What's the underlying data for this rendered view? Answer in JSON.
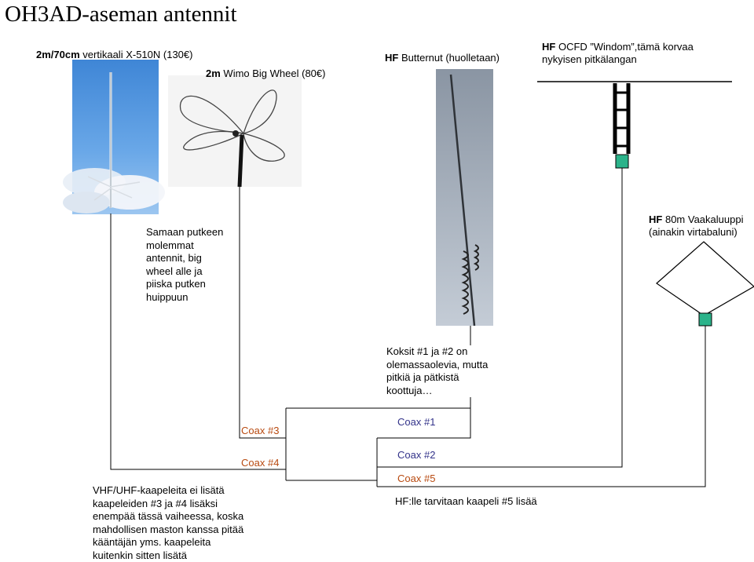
{
  "title": "OH3AD-aseman antennit",
  "antennas": {
    "vertical": {
      "band": "2m/70cm",
      "desc": "vertikaali X-510N (130€)"
    },
    "bigwheel": {
      "band": "2m",
      "desc": "Wimo Big Wheel (80€)"
    },
    "butternut": {
      "band": "HF",
      "desc": "Butternut (huolletaan)"
    },
    "windom": {
      "band": "HF",
      "line1": "OCFD ”Windom”,tämä korvaa",
      "line2": "nykyisen pitkälangan"
    },
    "loop": {
      "band": "HF",
      "line1": "80m Vaakaluuppi",
      "line2": "(ainakin virtabaluni)"
    }
  },
  "notes": {
    "mount": [
      "Samaan putkeen",
      "molemmat",
      "antennit, big",
      "wheel alle ja",
      "piiska putken",
      "huippuun"
    ],
    "koksit": [
      "Koksit #1 ja #2 on",
      "olemassaolevia, mutta",
      "pitkiä ja pätkistä",
      "koottuja…"
    ],
    "vhf": [
      "VHF/UHF-kaapeleita ei lisätä",
      "kaapeleiden #3 ja #4 lisäksi",
      "enempää tässä vaiheessa, koska",
      "mahdollisen maston kanssa pitää",
      "kääntäjän yms. kaapeleita",
      "kuitenkin sitten lisätä"
    ],
    "hf5": "HF:lle tarvitaan kaapeli #5 lisää"
  },
  "coax": {
    "c1": "Coax #1",
    "c2": "Coax #2",
    "c3": "Coax #3",
    "c4": "Coax #4",
    "c5": "Coax #5"
  },
  "colors": {
    "coax_blue": "#33338a",
    "coax_orange": "#b84a10",
    "balun": "#2bb38a"
  }
}
